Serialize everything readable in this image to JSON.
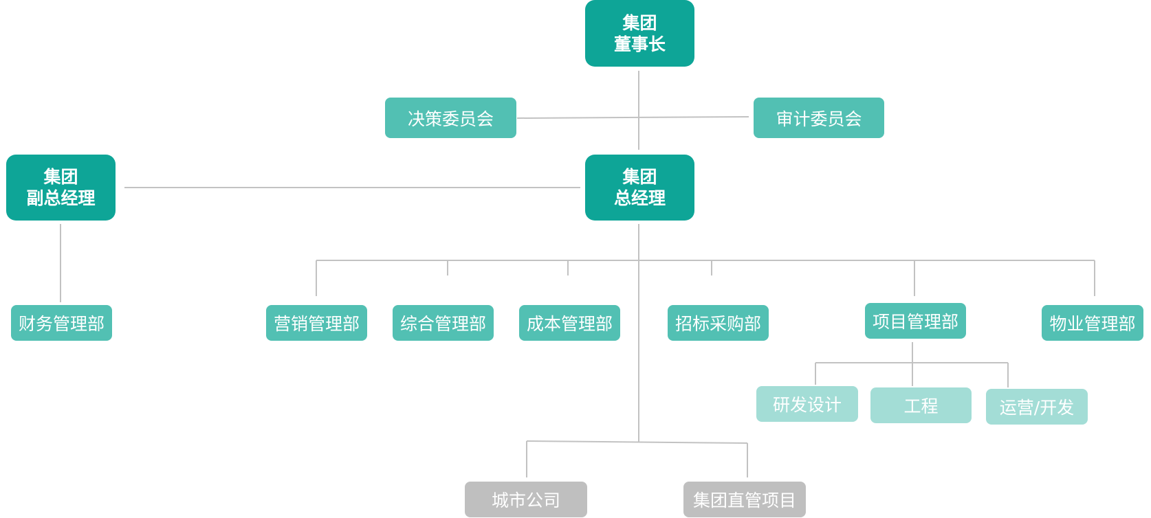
{
  "colors": {
    "primary_node": "#0ea597",
    "department_node": "#52c0b3",
    "sub_unit_node": "#a3ddd6",
    "subsidiary_node": "#bfbfbf",
    "connector_line": "#c2c2c2"
  },
  "chairman": {
    "line1": "集团",
    "line2": "董事长"
  },
  "committees": {
    "decision": "决策委员会",
    "audit": "审计委员会"
  },
  "general_manager": {
    "line1": "集团",
    "line2": "总经理"
  },
  "deputy_general_manager": {
    "line1": "集团",
    "line2": "副总经理"
  },
  "departments": {
    "finance": "财务管理部",
    "marketing": "营销管理部",
    "general_admin": "综合管理部",
    "cost": "成本管理部",
    "procurement": "招标采购部",
    "project": "项目管理部",
    "property": "物业管理部"
  },
  "project_units": {
    "rnd_design": "研发设计",
    "engineering": "工程",
    "operations_development": "运营/开发"
  },
  "subsidiaries": {
    "city_company": "城市公司",
    "direct_projects": "集团直管项目"
  }
}
